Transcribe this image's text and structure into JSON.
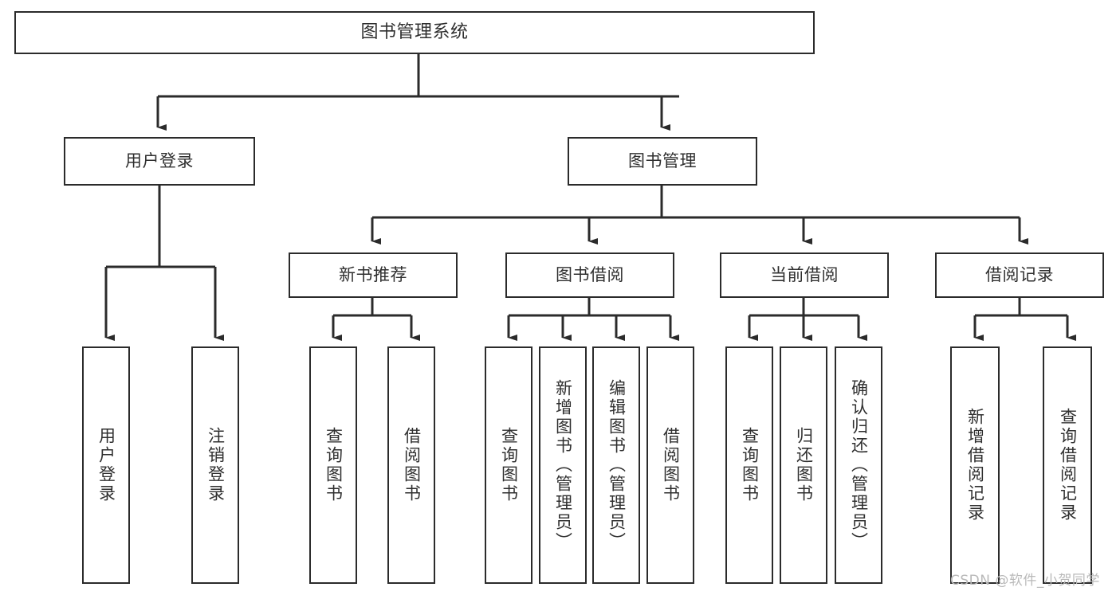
{
  "diagram": {
    "type": "tree-hierarchy",
    "title": "图书管理系统",
    "watermark": "CSDN @软件_小贺同学",
    "colors": {
      "box_border": "#2b2b2b",
      "box_fill": "#ffffff",
      "connector": "#2b2b2b",
      "text": "#2f2f2f",
      "watermark": "#b9b9b9",
      "background": "#ffffff"
    },
    "root": {
      "label": "图书管理系统"
    },
    "level2": [
      {
        "label": "用户登录"
      },
      {
        "label": "图书管理"
      }
    ],
    "level3": [
      {
        "label": "新书推荐"
      },
      {
        "label": "图书借阅"
      },
      {
        "label": "当前借阅"
      },
      {
        "label": "借阅记录"
      }
    ],
    "leaves": {
      "user_login": [
        {
          "label": "用户登录"
        },
        {
          "label": "注销登录"
        }
      ],
      "new_book_recommend": [
        {
          "label": "查询图书"
        },
        {
          "label": "借阅图书"
        }
      ],
      "book_borrow": [
        {
          "label": "查询图书"
        },
        {
          "label": "新增图书（管理员）"
        },
        {
          "label": "编辑图书（管理员）"
        },
        {
          "label": "借阅图书"
        }
      ],
      "current_borrow": [
        {
          "label": "查询图书"
        },
        {
          "label": "归还图书"
        },
        {
          "label": "确认归还（管理员）"
        }
      ],
      "borrow_record": [
        {
          "label": "新增借阅记录"
        },
        {
          "label": "查询借阅记录"
        }
      ]
    }
  }
}
